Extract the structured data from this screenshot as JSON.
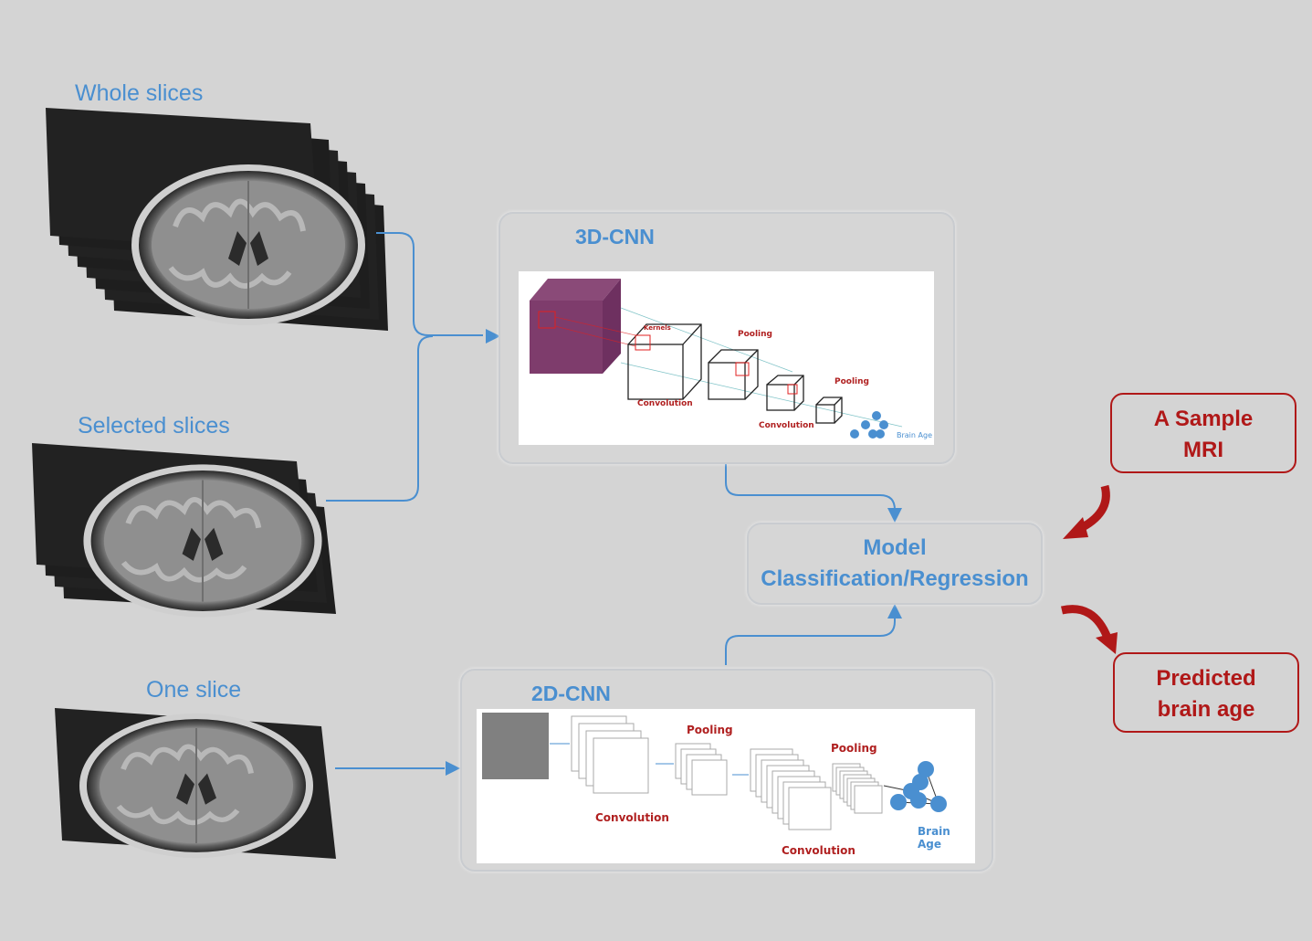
{
  "inputs": {
    "whole_slices": "Whole slices",
    "selected_slices": "Selected slices",
    "one_slice": "One slice"
  },
  "cnn3d": {
    "title": "3D-CNN",
    "kernels": "Kernels",
    "pooling1": "Pooling",
    "convolution1": "Convolution",
    "pooling2": "Pooling",
    "convolution2": "Convolution",
    "output": "Brain Age"
  },
  "cnn2d": {
    "title": "2D-CNN",
    "pooling1": "Pooling",
    "convolution1": "Convolution",
    "pooling2": "Pooling",
    "convolution2": "Convolution",
    "output": "Brain Age"
  },
  "model": {
    "line1": "Model",
    "line2": "Classification/Regression"
  },
  "sample": {
    "line1": "A Sample",
    "line2": "MRI"
  },
  "predicted": {
    "line1": "Predicted",
    "line2": "brain age"
  },
  "colors": {
    "accent_blue": "#4a8fd0",
    "accent_red": "#b01818"
  }
}
